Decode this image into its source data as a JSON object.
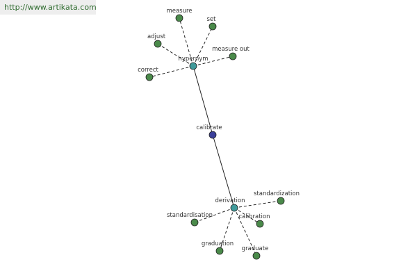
{
  "watermark": {
    "text": "http://www.artikata.com"
  },
  "colors": {
    "leaf": "#4a8a4a",
    "hub": "#3f9a9a",
    "center": "#3b3f9a",
    "stroke": "#222222"
  },
  "center": {
    "label": "calibrate"
  },
  "groups": [
    {
      "hub_label": "hypernym",
      "leaves": [
        "measure",
        "set",
        "adjust",
        "measure out",
        "correct"
      ]
    },
    {
      "hub_label": "derivation",
      "leaves": [
        "standardization",
        "standardisation",
        "calibration",
        "graduation",
        "graduate"
      ]
    }
  ]
}
